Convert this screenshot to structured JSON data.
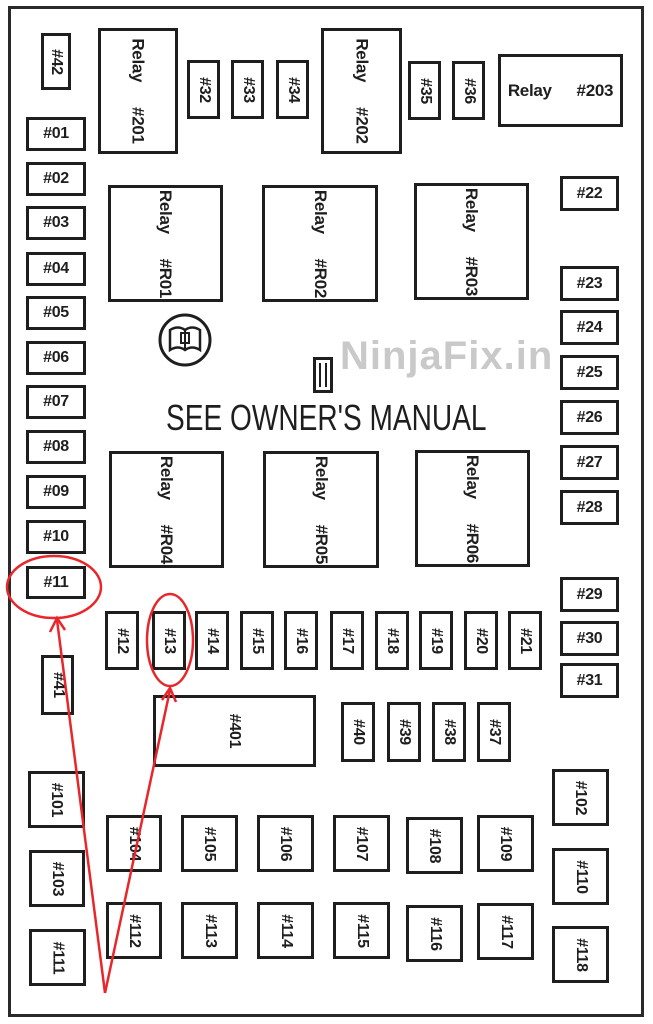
{
  "watermark": "NinjaFix.in",
  "notice": "SEE OWNER'S MANUAL",
  "annotation_color": "#e8262b",
  "highlighted": [
    "#11",
    "#13"
  ],
  "fuses": [
    "#42",
    "Relay  #201",
    "#32",
    "#33",
    "#34",
    "Relay  #202",
    "#35",
    "#36",
    "Relay  #203",
    "#01",
    "#02",
    "#03",
    "#04",
    "#05",
    "#06",
    "#07",
    "#08",
    "#09",
    "#10",
    "#11",
    "Relay  #R01",
    "Relay  #R02",
    "Relay  #R03",
    "#22",
    "#23",
    "#24",
    "#25",
    "#26",
    "#27",
    "#28",
    "#29",
    "#30",
    "#31",
    "Relay  #R04",
    "Relay  #R05",
    "Relay  #R06",
    "#12",
    "#13",
    "#14",
    "#15",
    "#16",
    "#17",
    "#18",
    "#19",
    "#20",
    "#21",
    "#41",
    "#401",
    "#40",
    "#39",
    "#38",
    "#37",
    "#101",
    "#103",
    "#111",
    "#104",
    "#105",
    "#106",
    "#107",
    "#108",
    "#109",
    "#112",
    "#113",
    "#114",
    "#115",
    "#116",
    "#117",
    "#102",
    "#110",
    "#118"
  ]
}
